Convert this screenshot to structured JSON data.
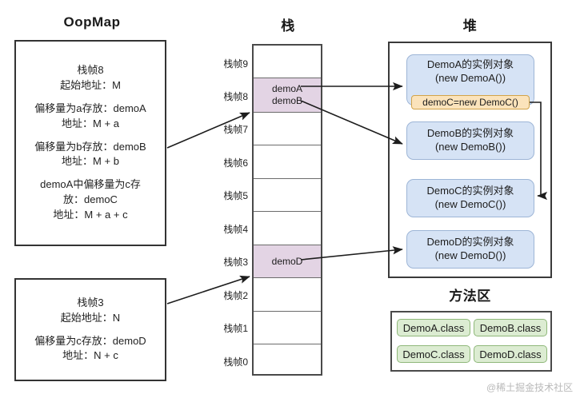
{
  "titles": {
    "oopmap": "OopMap",
    "stack": "栈",
    "heap": "堆",
    "method_area": "方法区"
  },
  "oopmap": {
    "frames": [
      {
        "name": "frame8",
        "header_lines": [
          "栈帧8",
          "起始地址：M"
        ],
        "entries": [
          {
            "desc": "偏移量为a存放：demoA",
            "addr": "地址：M + a"
          },
          {
            "desc": "偏移量为b存放：demoB",
            "addr": "地址：M + b"
          },
          {
            "desc_line1": "demoA中偏移量为c存",
            "desc_line2": "放：demoC",
            "addr": "地址：M + a + c"
          }
        ]
      },
      {
        "name": "frame3",
        "header_lines": [
          "栈帧3",
          "起始地址：N"
        ],
        "entries": [
          {
            "desc": "偏移量为c存放：demoD",
            "addr": "地址：N + c"
          }
        ]
      }
    ]
  },
  "stack": {
    "frames": [
      {
        "label": "栈帧9",
        "vars": [],
        "highlight": false
      },
      {
        "label": "栈帧8",
        "vars": [
          "demoA",
          "demoB"
        ],
        "highlight": true
      },
      {
        "label": "栈帧7",
        "vars": [],
        "highlight": false
      },
      {
        "label": "栈帧6",
        "vars": [],
        "highlight": false
      },
      {
        "label": "栈帧5",
        "vars": [],
        "highlight": false
      },
      {
        "label": "栈帧4",
        "vars": [],
        "highlight": false
      },
      {
        "label": "栈帧3",
        "vars": [
          "demoD"
        ],
        "highlight": true
      },
      {
        "label": "栈帧2",
        "vars": [],
        "highlight": false
      },
      {
        "label": "栈帧1",
        "vars": [],
        "highlight": false
      },
      {
        "label": "栈帧0",
        "vars": [],
        "highlight": false
      }
    ],
    "highlight_color": "#e3d4e4"
  },
  "heap": {
    "objects": [
      {
        "name": "demoA-object",
        "line1": "DemoA的实例对象",
        "line2": "(new DemoA())",
        "field": "demoC=new DemoC()"
      },
      {
        "name": "demoB-object",
        "line1": "DemoB的实例对象",
        "line2": "(new DemoB())"
      },
      {
        "name": "demoC-object",
        "line1": "DemoC的实例对象",
        "line2": "(new DemoC())"
      },
      {
        "name": "demoD-object",
        "line1": "DemoD的实例对象",
        "line2": "(new DemoD())"
      }
    ],
    "object_color": "#d6e3f5",
    "field_color": "#fbe3bb"
  },
  "method_area": {
    "classes": [
      "DemoA.class",
      "DemoB.class",
      "DemoC.class",
      "DemoD.class"
    ],
    "chip_color": "#dcecd2"
  },
  "watermark": "@稀土掘金技术社区"
}
